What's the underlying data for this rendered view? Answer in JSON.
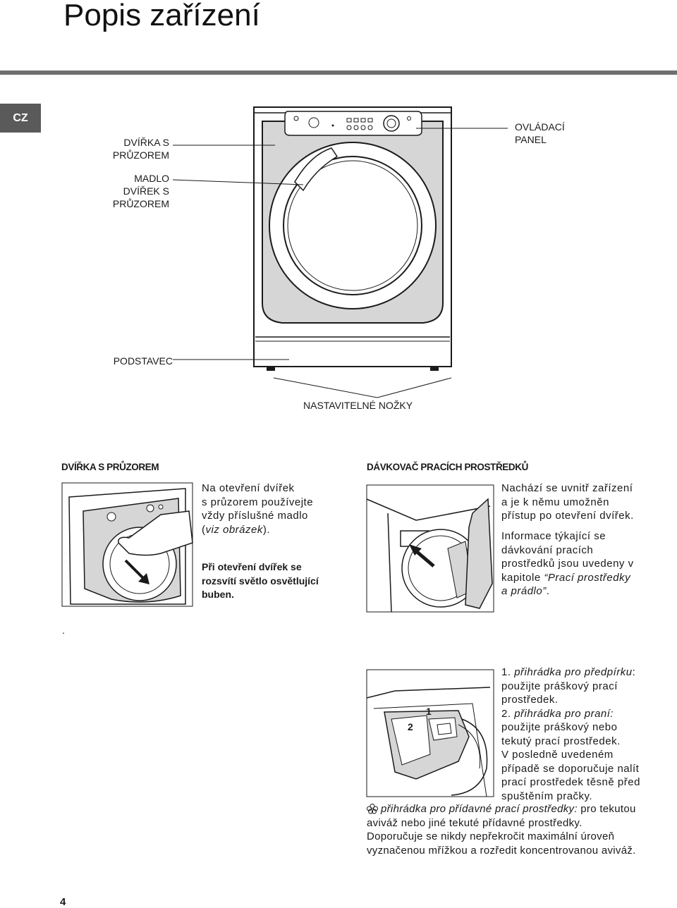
{
  "page": {
    "title": "Popis zařízení",
    "lang_tab": "CZ",
    "page_number": "4"
  },
  "labels": {
    "door_line1": "DVÍŘKA S",
    "door_line2": "PRŮZOREM",
    "handle_line1": "MADLO",
    "handle_line2": "DVÍŘEK S",
    "handle_line3": "PRŮZOREM",
    "panel_line1": "OVLÁDACÍ",
    "panel_line2": "PANEL",
    "base": "PODSTAVEC",
    "feet": "NASTAVITELNÉ NOŽKY"
  },
  "section_door": {
    "heading": "DVÍŘKA S PRŮZOREM",
    "p_line1": "Na otevření dvířek",
    "p_line2": "s průzorem používejte",
    "p_line3": "vždy příslušné madlo",
    "p_line4_pre": "(",
    "p_line4_em": "viz obrázek",
    "p_line4_post": ").",
    "note_line1": "Při otevření dvířek se",
    "note_line2": "rozsvítí světlo osvětlující",
    "note_line3": "buben."
  },
  "section_dispenser": {
    "heading": "DÁVKOVAČ PRACÍCH PROSTŘEDKŮ",
    "p1_line1": "Nachází se uvnitř zařízení",
    "p1_line2": "a je k němu umožněn",
    "p1_line3": "přístup po otevření dvířek.",
    "p2_line1": "Informace týkající se",
    "p2_line2": "dávkování pracích",
    "p2_line3": "prostředků jsou uvedeny v",
    "p2_line4_pre": "kapitole ",
    "p2_line4_em": "“Prací prostředky",
    "p2_line5_em": "a prádlo”",
    "p2_line5_post": "."
  },
  "stray_dot": ".",
  "compartments": {
    "c1_line1_pre": "1. ",
    "c1_line1_em": "přihrádka pro předpírku",
    "c1_line1_post": ":",
    "c1_line2": "použijte práškový prací",
    "c1_line3": "prostředek.",
    "c2_line1_pre": "2. ",
    "c2_line1_em": "přihrádka pro praní:",
    "c2_line2": "použijte práškový nebo",
    "c2_line3": "tekutý prací prostředek.",
    "c2_line4": "V posledně uvedeném",
    "c2_line5": "případě se doporučuje nalít",
    "c2_line6": "prací prostředek těsně před",
    "c2_line7": "spuštěním pračky.",
    "c3_line1_em": "přihrádka pro přídavné prací prostředky:",
    "c3_line1_post": " pro tekutou",
    "c3_line2": "aviváž nebo jiné tekuté přídavné prostředky.",
    "c3_line3": "Doporučuje se nikdy nepřekročit maximální úroveň",
    "c3_line4": "vyznačenou mřížkou a rozředit koncentrovanou aviváž.",
    "drawer_num1": "1",
    "drawer_num2": "2"
  },
  "icons": {
    "softener": "flower-icon",
    "arrow": "arrow-icon"
  },
  "colors": {
    "header_rule": "#6f6f6f",
    "tab_bg": "#5a5a5a",
    "panel_grey": "#d6d6d6"
  }
}
